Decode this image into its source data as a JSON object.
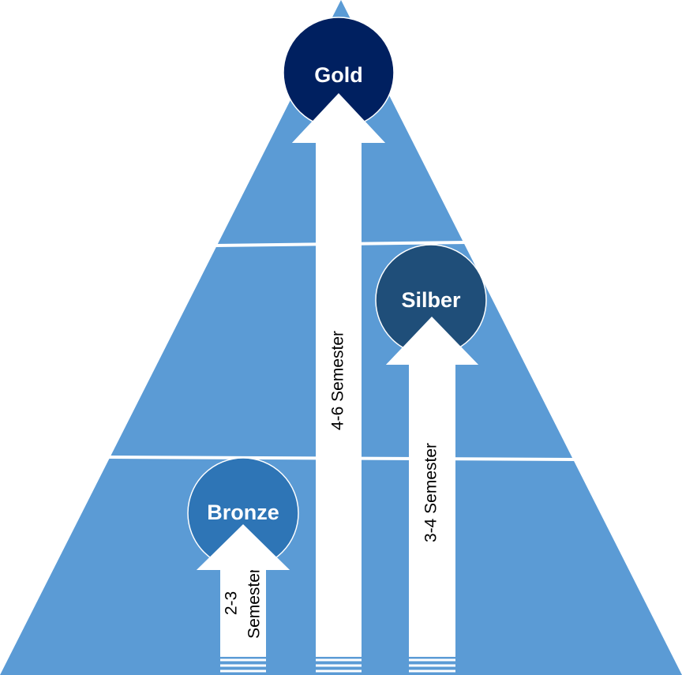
{
  "diagram": {
    "colors": {
      "pyramid": "#5b9bd5",
      "gold": "#002060",
      "silber": "#1f4e79",
      "bronze": "#2e75b6",
      "arrow": "#ffffff",
      "divider": "#ffffff"
    },
    "levels": {
      "gold": "Gold",
      "silber": "Silber",
      "bronze": "Bronze"
    },
    "arrows": {
      "gold": "4-6 Semester",
      "silber": "3-4 Semester",
      "bronze_line1": "2-3",
      "bronze_line2": "Semester"
    }
  }
}
